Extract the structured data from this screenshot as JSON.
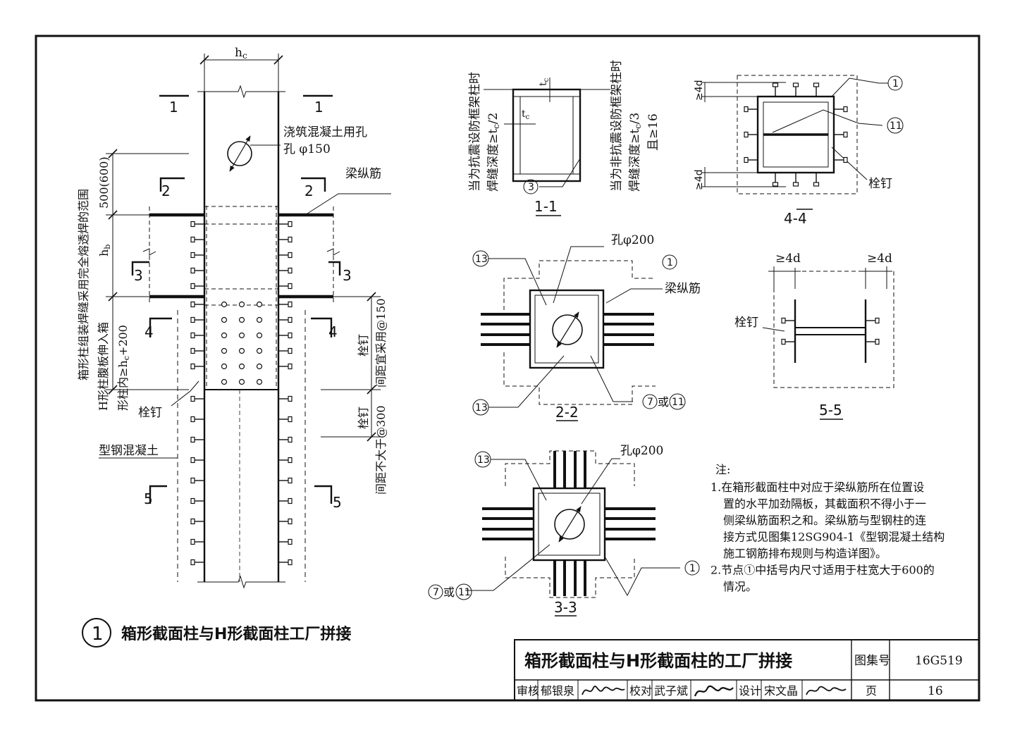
{
  "detail": {
    "number": "1",
    "title": "箱形截面柱与H形截面柱工厂拼接"
  },
  "main": {
    "hc": "h",
    "hc_sub": "c",
    "hb": "h",
    "hb_sub": "b",
    "cut_1": "1",
    "cut_2": "2",
    "cut_3": "3",
    "cut_4": "4",
    "cut_5": "5",
    "hole_label_1": "浇筑混凝土用孔",
    "hole_label_2": "孔 φ150",
    "beam_rebar": "梁纵筋",
    "weld_range_dim": "500(600)",
    "weld_range_text": "箱形柱组装焊缝采用完全熔透焊的范围",
    "web_insert_1": "H形柱腹板伸入箱",
    "web_insert_2": "形柱内≥h",
    "web_insert_sub": "c",
    "web_insert_3": "+200",
    "stud_1": "栓钉",
    "stud_1b": "间距宜采用@150",
    "stud_2": "栓钉",
    "stud_2b": "间距不大于@300",
    "stud_label": "栓钉",
    "src_label": "型钢混凝土"
  },
  "s11": {
    "label": "1-1",
    "left_1": "当为抗震设防框架柱时",
    "left_2": "焊缝深度≥t",
    "left_2_sub": "c",
    "left_2_tail": "/2",
    "right_1": "当为非抗震设防框架柱时",
    "right_2": "焊缝深度≥t",
    "right_2_sub": "c",
    "right_2_tail": "/3",
    "right_3": "且≥16",
    "tc": "t",
    "tc_sub": "c",
    "weld_ref": "3"
  },
  "s22": {
    "label": "2-2",
    "hole": "孔φ200",
    "rebar": "梁纵筋",
    "ref_13": "13",
    "ref_1": "1",
    "ref_7or11_a": "7",
    "ref_7or11_mid": "或",
    "ref_7or11_b": "11"
  },
  "s33": {
    "label": "3-3",
    "hole": "孔φ200",
    "ref_13": "13",
    "ref_1": "1",
    "ref_7or11_a": "7",
    "ref_7or11_mid": "或",
    "ref_7or11_b": "11"
  },
  "s44": {
    "label": "4-4",
    "dim_top": "≥4d",
    "dim_bot": "≥4d",
    "ref_1": "1",
    "ref_11": "11",
    "stud": "栓钉"
  },
  "s55": {
    "label": "5-5",
    "dim_l": "≥4d",
    "dim_r": "≥4d",
    "stud": "栓钉"
  },
  "notes": {
    "heading": "注:",
    "lines": [
      "1.在箱形截面柱中对应于梁纵筋所在位置设",
      "置的水平加劲隔板，其截面积不得小于一",
      "侧梁纵筋面积之和。梁纵筋与型钢柱的连",
      "接方式见图集12SG904-1《型钢混凝土结构",
      "施工钢筋排布规则与构造详图》。",
      "2.节点①中括号内尺寸适用于柱宽大于600的",
      "情况。"
    ]
  },
  "title_block": {
    "drawing_title": "箱形截面柱与H形截面柱的工厂拼接",
    "atlas_label": "图集号",
    "atlas_no": "16G519",
    "review_label": "审核",
    "reviewer": "郁银泉",
    "check_label": "校对",
    "checker": "武子斌",
    "design_label": "设计",
    "designer": "宋文晶",
    "page_label": "页",
    "page_no": "16"
  }
}
